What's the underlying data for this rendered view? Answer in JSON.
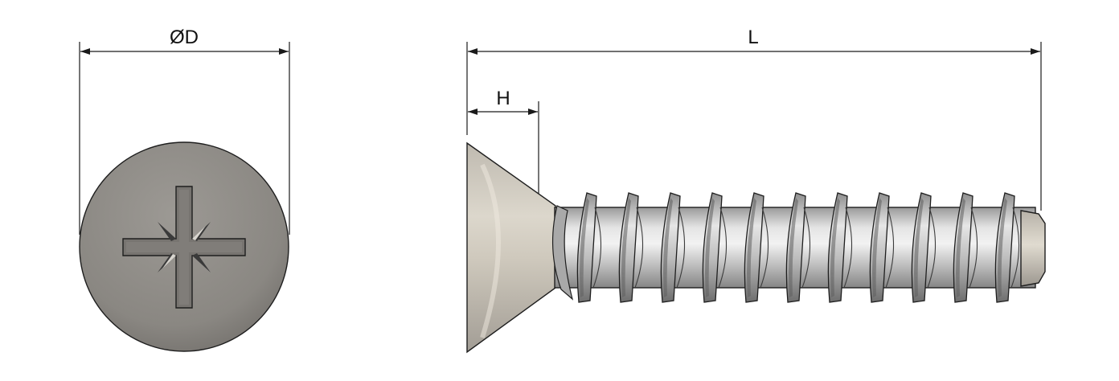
{
  "dimensions": {
    "diameter_label": "ØD",
    "length_label": "L",
    "head_height_label": "H"
  },
  "thread": {
    "visible_turns": 11
  },
  "colors": {
    "background": "#ffffff",
    "line": "#1a1a1a",
    "head_face": "#8f8c87",
    "head_face_shadow": "#6f6c68",
    "recess": "#757370",
    "countersink_light": "#d8d3c8",
    "countersink_dark": "#9a968f",
    "shank_light": "#e8e8e8",
    "shank_dark": "#8c8c8c",
    "thread_flank_light": "#dcdcdc",
    "thread_flank_dark": "#6e6e6e"
  },
  "icons": {
    "head_recess": "pozidriv-recess-icon",
    "arrowhead": "arrowhead-icon"
  }
}
